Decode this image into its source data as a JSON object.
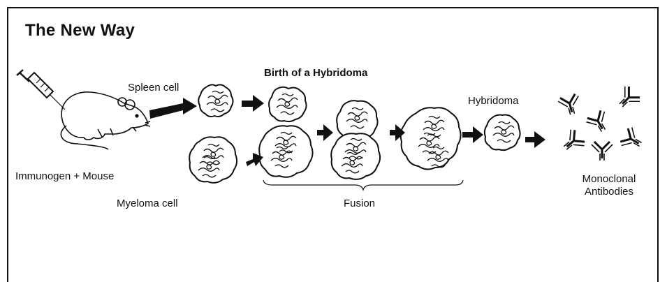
{
  "title": "The New Way",
  "labels": {
    "spleen_cell": "Spleen cell",
    "birth_of_hybridoma": "Birth of a Hybridoma",
    "hybridoma": "Hybridoma",
    "immunogen_mouse": "Immunogen + Mouse",
    "myeloma_cell": "Myeloma cell",
    "fusion": "Fusion",
    "monoclonal_line1": "Monoclonal",
    "monoclonal_line2": "Antibodies"
  },
  "icons": [
    "syringe-icon",
    "mouse-icon",
    "cell-icon",
    "arrow-icon",
    "antibody-icon",
    "brace-icon"
  ]
}
